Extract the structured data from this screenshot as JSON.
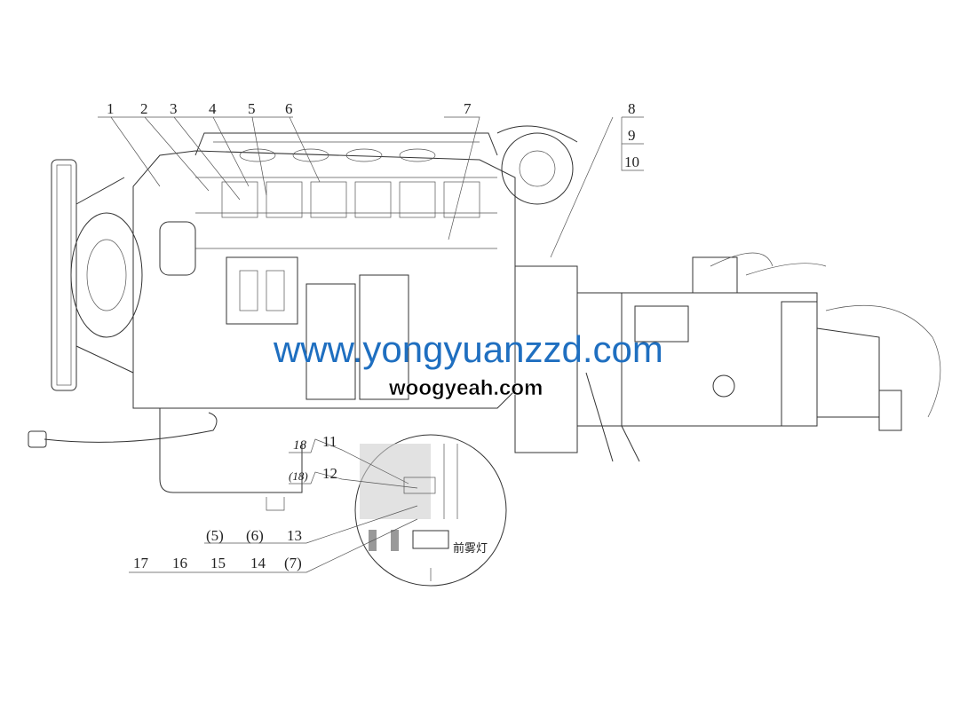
{
  "diagram": {
    "callouts_top": [
      "1",
      "2",
      "3",
      "4",
      "5",
      "6",
      "7"
    ],
    "callouts_right": [
      "8",
      "9",
      "10"
    ],
    "callouts_detail": {
      "upper_left": "18",
      "upper_right": "11",
      "lower_left": "(18)",
      "lower_right": "12"
    },
    "callouts_bottom_row1": [
      "(5)",
      "(6)",
      "13"
    ],
    "callouts_bottom_row2": [
      "17",
      "16",
      "15",
      "14",
      "(7)"
    ],
    "detail_label": "前雾灯"
  },
  "watermarks": {
    "blue": "www.yongyuanzzd.com",
    "black": "woogyeah.com",
    "blue_color": "#1f6fc0"
  }
}
